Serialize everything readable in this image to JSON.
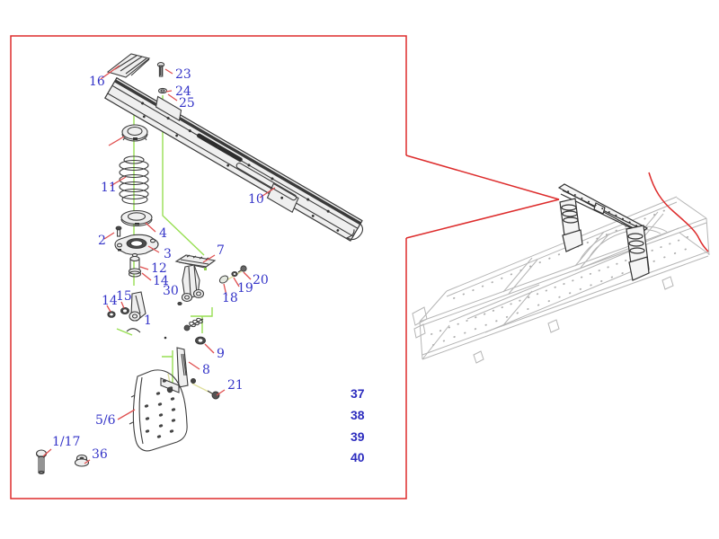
{
  "figure": {
    "type": "exploded-parts-diagram-with-chassis-location-view",
    "callouts": {
      "c16": "16",
      "c23": "23",
      "c24": "24",
      "c25": "25",
      "c10": "10",
      "c11": "11",
      "c4": "4",
      "c2": "2",
      "c3": "3",
      "c12": "12",
      "c14_upper": "14",
      "c30": "30",
      "c14_left": "14",
      "c15": "15",
      "c1": "1",
      "c7": "7",
      "c18": "18",
      "c19": "19",
      "c20": "20",
      "c9": "9",
      "c8": "8",
      "c21": "21",
      "c5_6": "5/6",
      "c1_17": "1/17",
      "c36": "36"
    },
    "reference_list": [
      "37",
      "38",
      "39",
      "40"
    ],
    "colors": {
      "callout_text": "#3434c8",
      "reference_text": "#2b2bbe",
      "reference_text_dim": "#8793d6",
      "leader_line": "#e05050",
      "callout_box": "#dd2b2b",
      "guide_line_green": "#97df52",
      "guide_line_yellow": "#dede9e",
      "part_line": "#3c3c3c",
      "chassis_line": "#b5b5b5",
      "assembly_line": "#333333"
    }
  }
}
